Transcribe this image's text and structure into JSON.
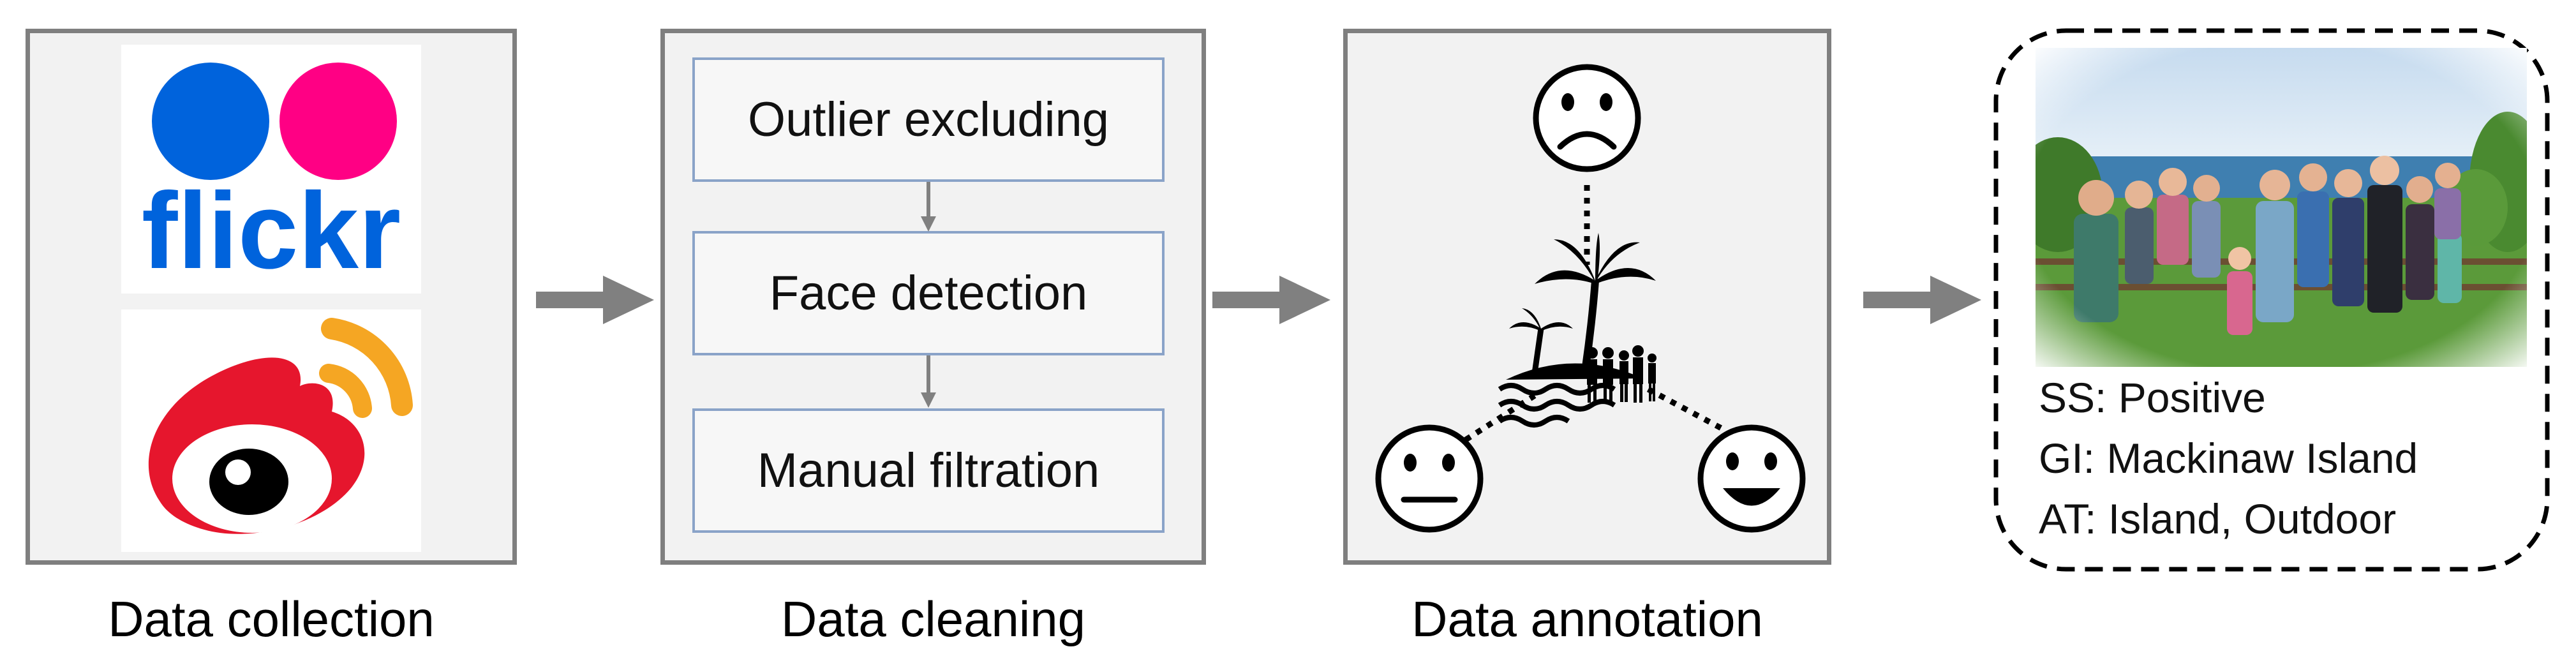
{
  "stages": {
    "collection": {
      "caption": "Data collection"
    },
    "cleaning": {
      "caption": "Data cleaning",
      "steps": [
        "Outlier excluding",
        "Face detection",
        "Manual filtration"
      ]
    },
    "annotation": {
      "caption": "Data annotation"
    },
    "result": {
      "labels": [
        "SS: Positive",
        "GI: Mackinaw Island",
        "AT: Island, Outdoor"
      ]
    }
  },
  "logos": {
    "flickr_text": "flickr"
  },
  "colors": {
    "flickr_blue": "#0063dc",
    "flickr_pink": "#ff0084",
    "weibo_red": "#e6162d",
    "weibo_orange": "#f5a623",
    "arrow": "#808080",
    "panel_border": "#7f7f7f",
    "step_border": "#8aa3c8"
  }
}
